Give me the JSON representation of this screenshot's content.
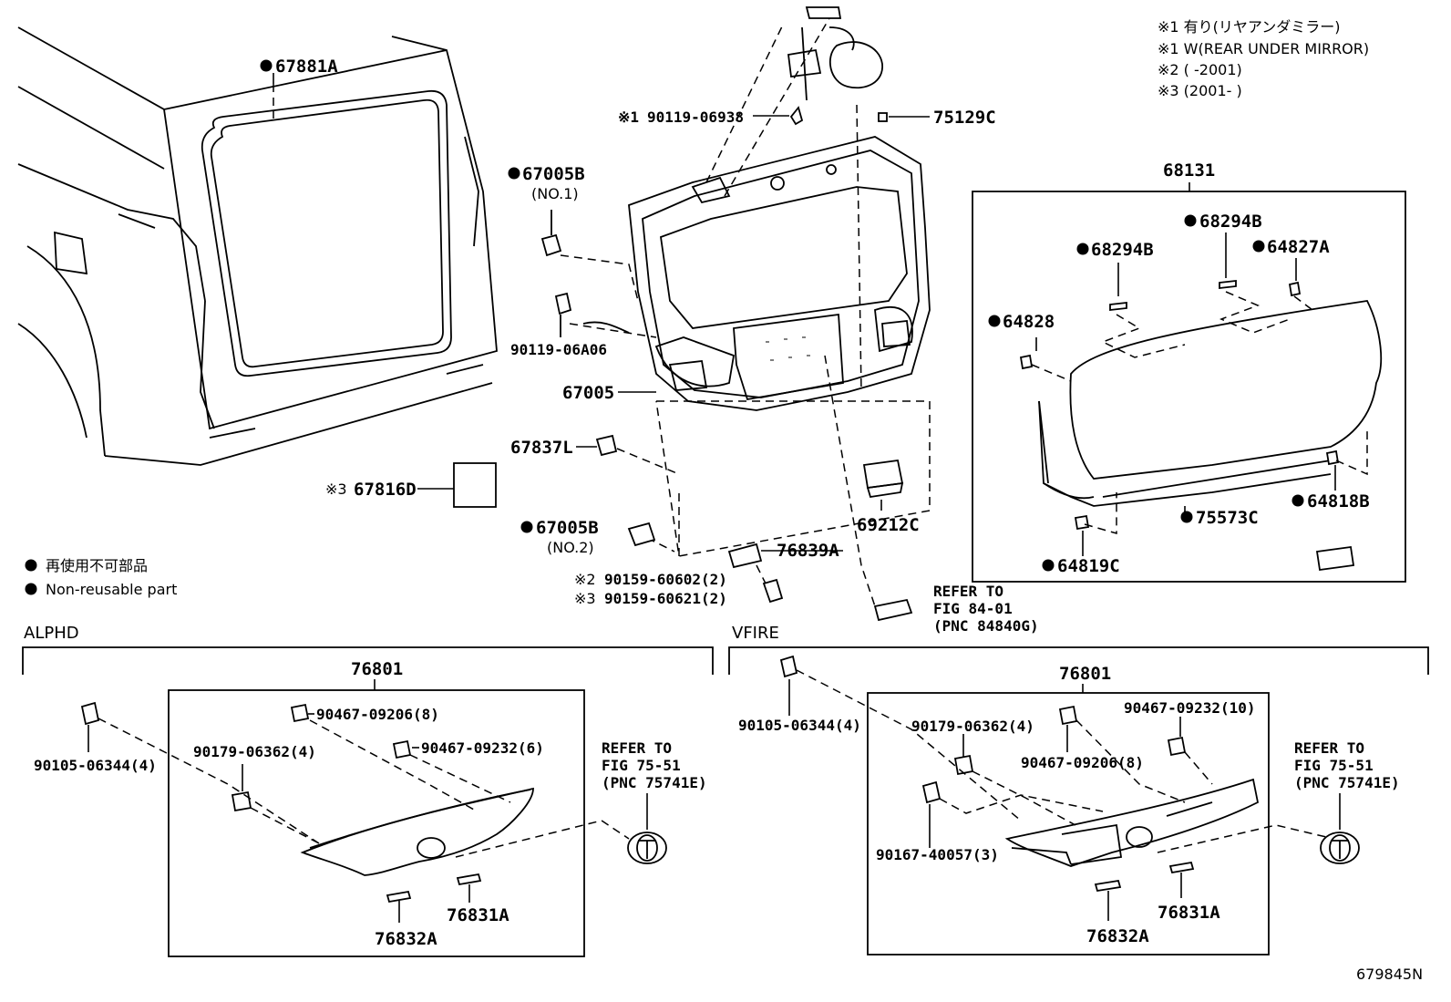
{
  "notes": [
    "※1 有り(リヤアンダミラー)",
    "※1 W(REAR UNDER MIRROR)",
    "※2 ( -2001)",
    "※3 (2001- )"
  ],
  "legend": {
    "jp": "再使用不可部品",
    "en": "Non-reusable part"
  },
  "sections": {
    "alphd": "ALPHD",
    "vfire": "VFIRE"
  },
  "parts": {
    "p67881A": "67881A",
    "p90119_06938": "90119-06938",
    "p90119_prefix": "※1",
    "p75129C": "75129C",
    "p67005B_1": "67005B",
    "p67005B_1_sub": "(NO.1)",
    "p90119_06A06": "90119-06A06",
    "p67005": "67005",
    "p67837L": "67837L",
    "p67816D": "67816D",
    "p67816D_prefix": "※3",
    "p67005B_2": "67005B",
    "p67005B_2_sub": "(NO.2)",
    "p76839A": "76839A",
    "p90159_60602": "90159-60602(2)",
    "p90159_60602_prefix": "※2",
    "p90159_60621": "90159-60621(2)",
    "p90159_60621_prefix": "※3",
    "p69212C": "69212C",
    "p68131": "68131",
    "p68294B_a": "68294B",
    "p68294B_b": "68294B",
    "p64827A": "64827A",
    "p64828": "64828",
    "p64818B": "64818B",
    "p75573C": "75573C",
    "p64819C": "64819C",
    "a76801": "76801",
    "a90467_09206": "90467-09206(8)",
    "a90467_09232": "90467-09232(6)",
    "a90179_06362": "90179-06362(4)",
    "a90105_06344": "90105-06344(4)",
    "a76831A": "76831A",
    "a76832A": "76832A",
    "v76801": "76801",
    "v90105_06344": "90105-06344(4)",
    "v90179_06362": "90179-06362(4)",
    "v90467_09232": "90467-09232(10)",
    "v90467_09206": "90467-09206(8)",
    "v90167_40057": "90167-40057(3)",
    "v76831A": "76831A",
    "v76832A": "76832A"
  },
  "refers": {
    "r84_1": "REFER TO",
    "r84_2": "FIG 84-01",
    "r84_3": "(PNC 84840G)",
    "ra_1": "REFER TO",
    "ra_2": "FIG 75-51",
    "ra_3": "(PNC 75741E)",
    "rv_1": "REFER TO",
    "rv_2": "FIG 75-51",
    "rv_3": "(PNC 75741E)"
  },
  "diagram_id": "679845N"
}
